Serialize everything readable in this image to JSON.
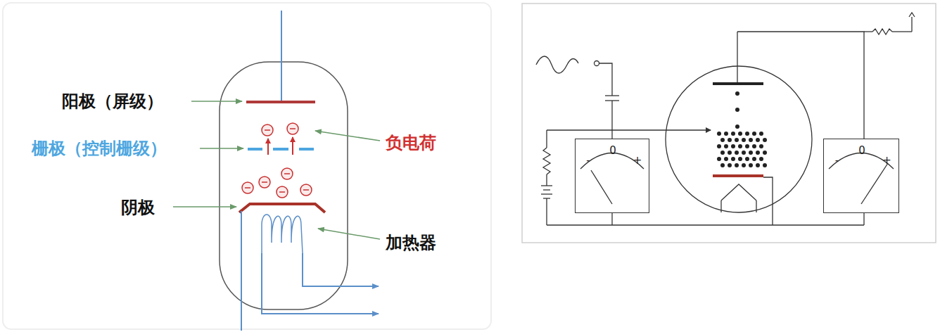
{
  "diagram": {
    "nodes": [
      {
        "text": [
          "-",
          "0",
          "+"
        ]
      },
      {
        "text": [
          "-",
          "0",
          "+"
        ]
      }
    ],
    "labels": [
      "阳极（屏级）",
      "栅极（控制栅级）",
      "负电荷",
      "阴极",
      "加热器"
    ]
  }
}
